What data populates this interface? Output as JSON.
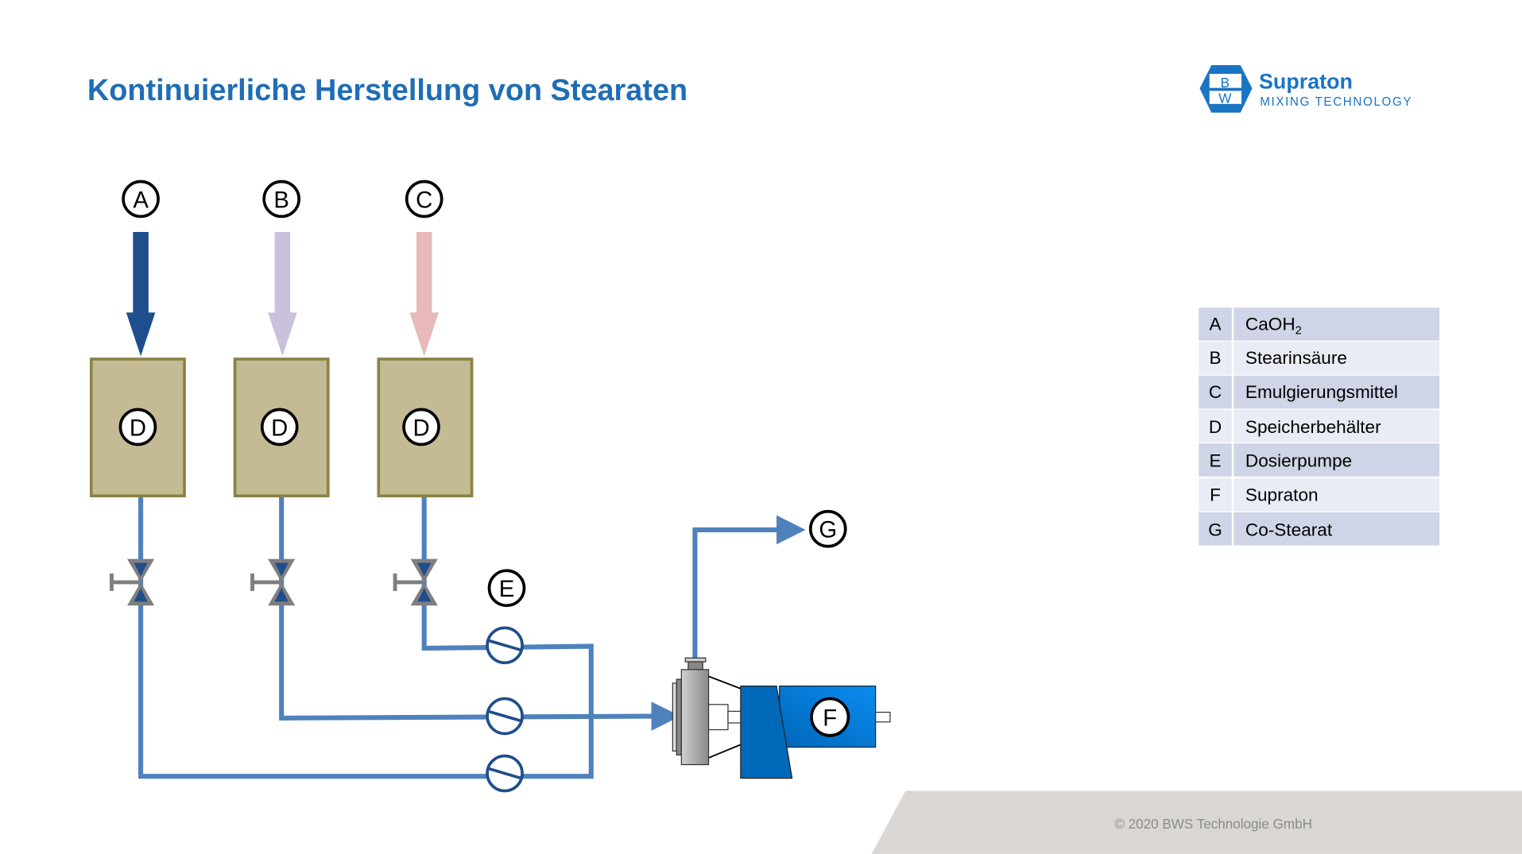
{
  "title": "Kontinuierliche Herstellung von Stearaten",
  "logo": {
    "name": "Supraton",
    "tagline": "MIXING TECHNOLOGY",
    "mark_top": "B",
    "mark_bottom": "W"
  },
  "labels": {
    "a": "A",
    "b": "B",
    "c": "C",
    "d": "D",
    "e": "E",
    "f": "F",
    "g": "G"
  },
  "legend": [
    {
      "key": "A",
      "value": "CaOH",
      "sub": "2"
    },
    {
      "key": "B",
      "value": "Stearinsäure"
    },
    {
      "key": "C",
      "value": "Emulgierungsmittel"
    },
    {
      "key": "D",
      "value": "Speicherbehälter"
    },
    {
      "key": "E",
      "value": "Dosierpumpe"
    },
    {
      "key": "F",
      "value": "Supraton"
    },
    {
      "key": "G",
      "value": "Co-Stearat"
    }
  ],
  "footer": "© 2020 BWS Technologie GmbH",
  "colors": {
    "title": "#1f6db5",
    "pipe": "#4f81bd",
    "arrow_a": "#1f4e8c",
    "arrow_b": "#cbc0dc",
    "arrow_c": "#e8b9b9",
    "tank": "#c4bb95"
  }
}
